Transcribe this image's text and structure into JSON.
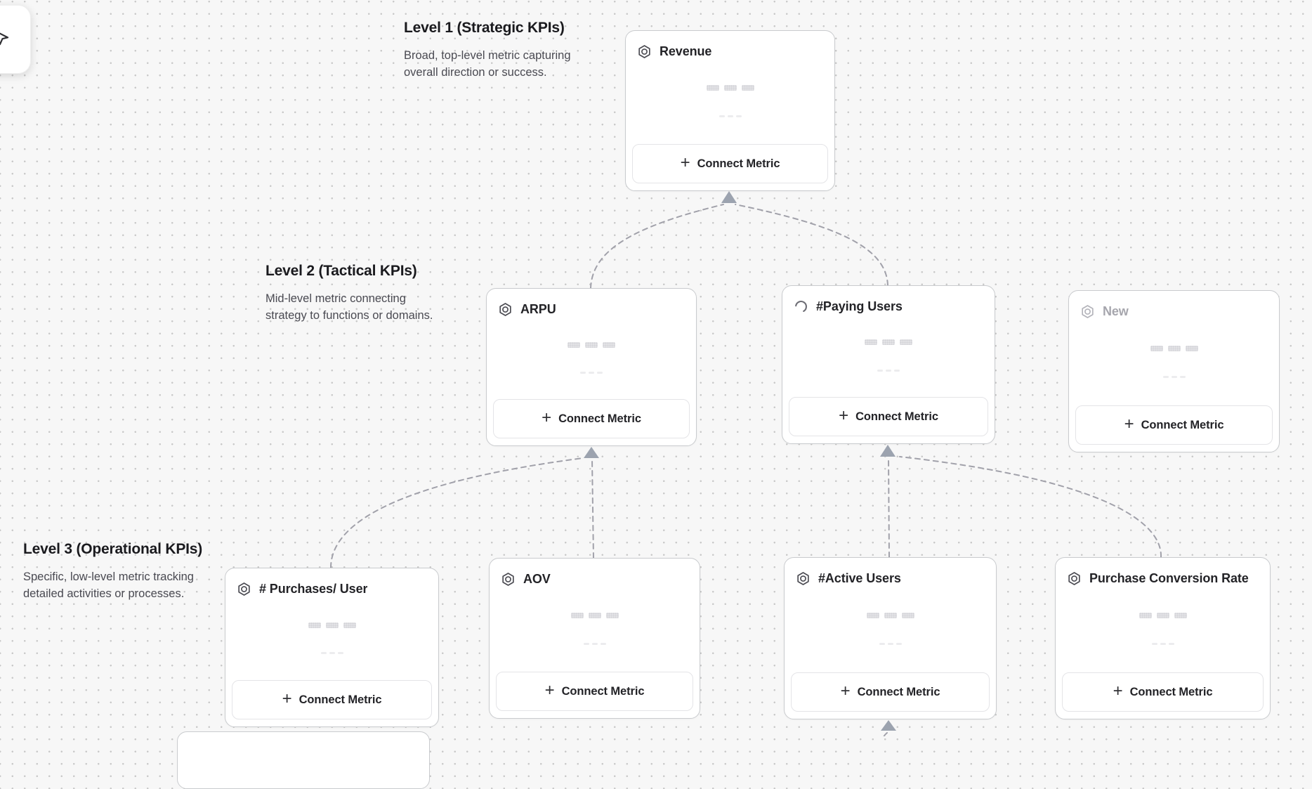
{
  "app": {
    "description": "KPI tree canvas with three metric levels connected by dashed arrows",
    "background_color": "#f7f7f7",
    "dot_grid_color": "#c9c9c9",
    "connector_color": "#a1a1aa",
    "card_border_color": "#c9cbce"
  },
  "toolbar": {
    "tool_icon": "cursor-icon"
  },
  "levels": [
    {
      "heading": "Level 1 (Strategic KPIs)",
      "description": "Broad, top-level metric capturing overall direction or success."
    },
    {
      "heading": "Level 2 (Tactical KPIs)",
      "description": "Mid-level metric connecting strategy to functions or domains."
    },
    {
      "heading": "Level 3 (Operational KPIs)",
      "description": "Specific, low-level metric tracking detailed activities or processes."
    }
  ],
  "labels": {
    "connect_metric": "Connect Metric",
    "plus": "+"
  },
  "cards": [
    {
      "title": "Revenue",
      "level": 1,
      "icon": "metric-hexagon-icon",
      "state": "default"
    },
    {
      "title": "ARPU",
      "level": 2,
      "icon": "metric-hexagon-icon",
      "state": "default"
    },
    {
      "title": "#Paying Users",
      "level": 2,
      "icon": "loading-spinner-icon",
      "state": "loading"
    },
    {
      "title": "New",
      "level": 2,
      "icon": "metric-hexagon-icon",
      "state": "pending"
    },
    {
      "title": "# Purchases/ User",
      "level": 3,
      "icon": "metric-hexagon-icon",
      "state": "default"
    },
    {
      "title": "AOV",
      "level": 3,
      "icon": "metric-hexagon-icon",
      "state": "default"
    },
    {
      "title": "#Active Users",
      "level": 3,
      "icon": "metric-hexagon-icon",
      "state": "default"
    },
    {
      "title": "Purchase Conversion Rate",
      "level": 3,
      "icon": "metric-hexagon-icon",
      "state": "default"
    }
  ],
  "connections": [
    {
      "from": "ARPU",
      "to": "Revenue"
    },
    {
      "from": "#Paying Users",
      "to": "Revenue"
    },
    {
      "from": "# Purchases/ User",
      "to": "ARPU"
    },
    {
      "from": "AOV",
      "to": "ARPU"
    },
    {
      "from": "#Active Users",
      "to": "#Paying Users"
    },
    {
      "from": "Purchase Conversion Rate",
      "to": "#Paying Users"
    },
    {
      "from": "offscreen-card",
      "to": "#Active Users"
    }
  ]
}
